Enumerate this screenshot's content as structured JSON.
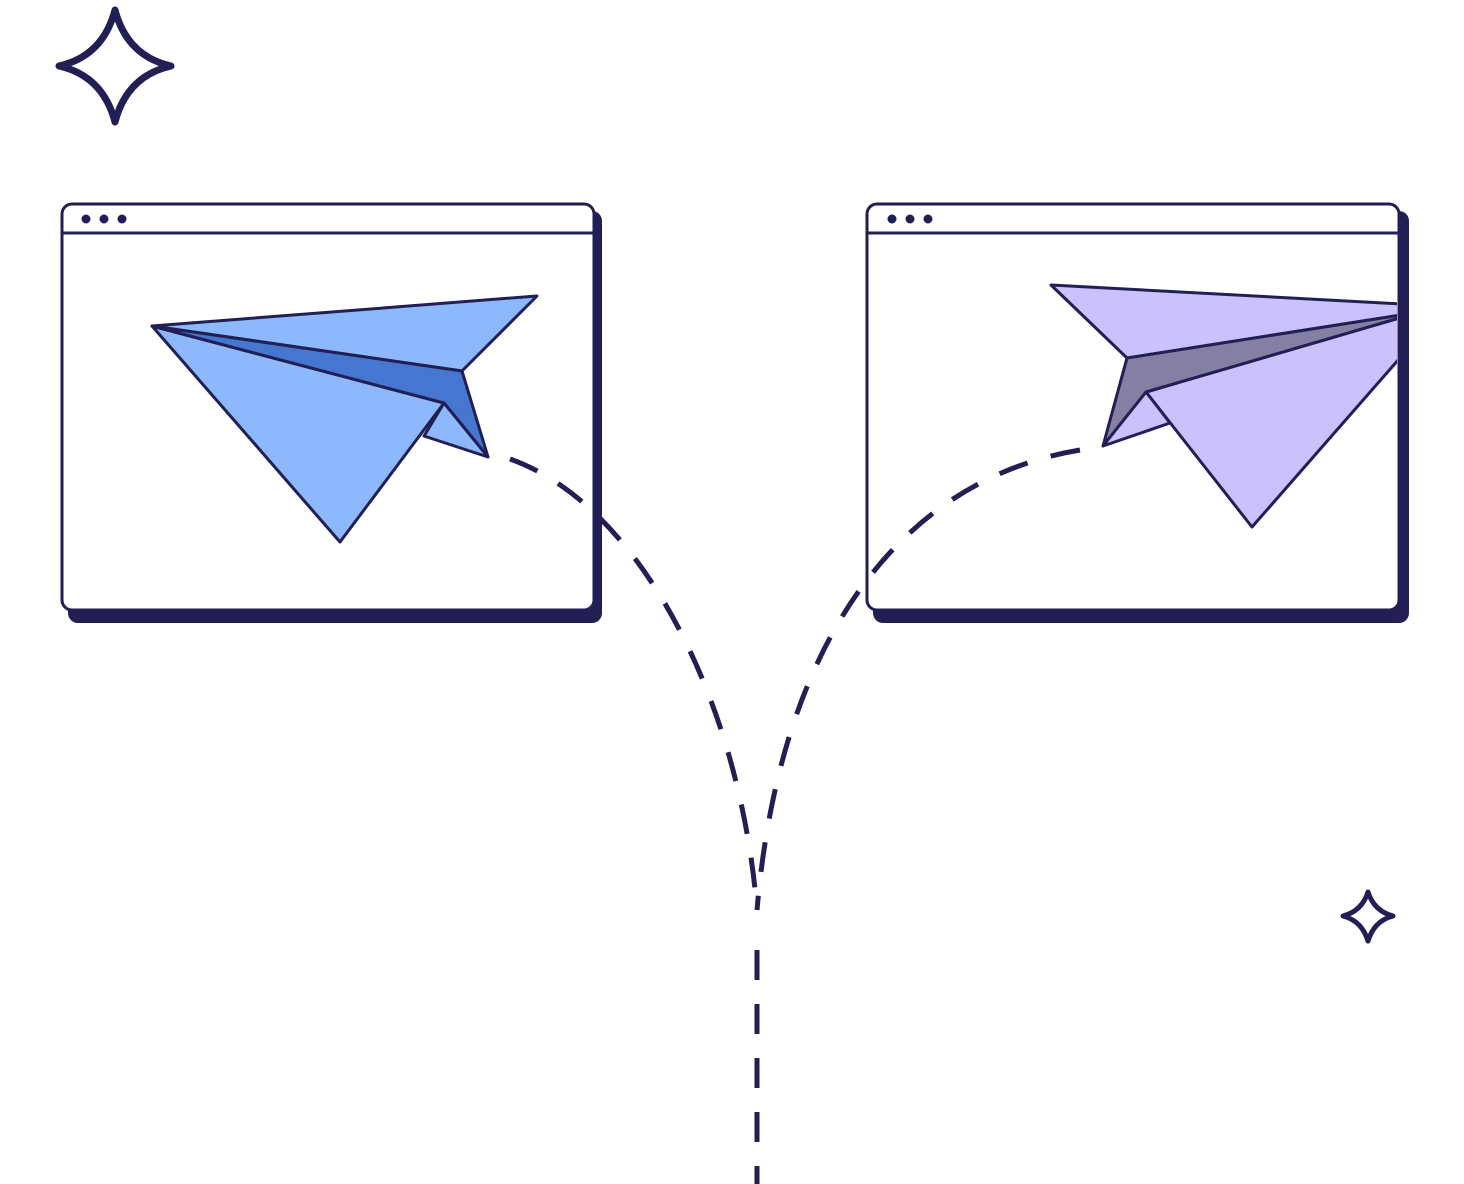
{
  "illustration": {
    "colors": {
      "ink": "#221f54",
      "background": "#ffffff",
      "window_fill": "#ffffff",
      "left_plane_light": "#8db8fc",
      "left_plane_dark": "#4577d0",
      "right_plane_light": "#cbc1fc",
      "right_plane_dark": "#857fa4"
    },
    "windows": [
      {
        "id": "left",
        "icon": "browser-window-icon",
        "control_dots": 3
      },
      {
        "id": "right",
        "icon": "browser-window-icon",
        "control_dots": 3
      }
    ],
    "planes": [
      {
        "id": "left",
        "icon": "paper-plane-icon",
        "heading": "right"
      },
      {
        "id": "right",
        "icon": "paper-plane-icon",
        "heading": "left"
      }
    ],
    "sparkles": [
      {
        "id": "large",
        "icon": "sparkle-icon"
      },
      {
        "id": "small",
        "icon": "sparkle-icon"
      }
    ],
    "paths": [
      {
        "id": "left-flight",
        "style": "dashed"
      },
      {
        "id": "right-flight",
        "style": "dashed"
      },
      {
        "id": "merged-trail",
        "style": "dashed"
      }
    ]
  }
}
